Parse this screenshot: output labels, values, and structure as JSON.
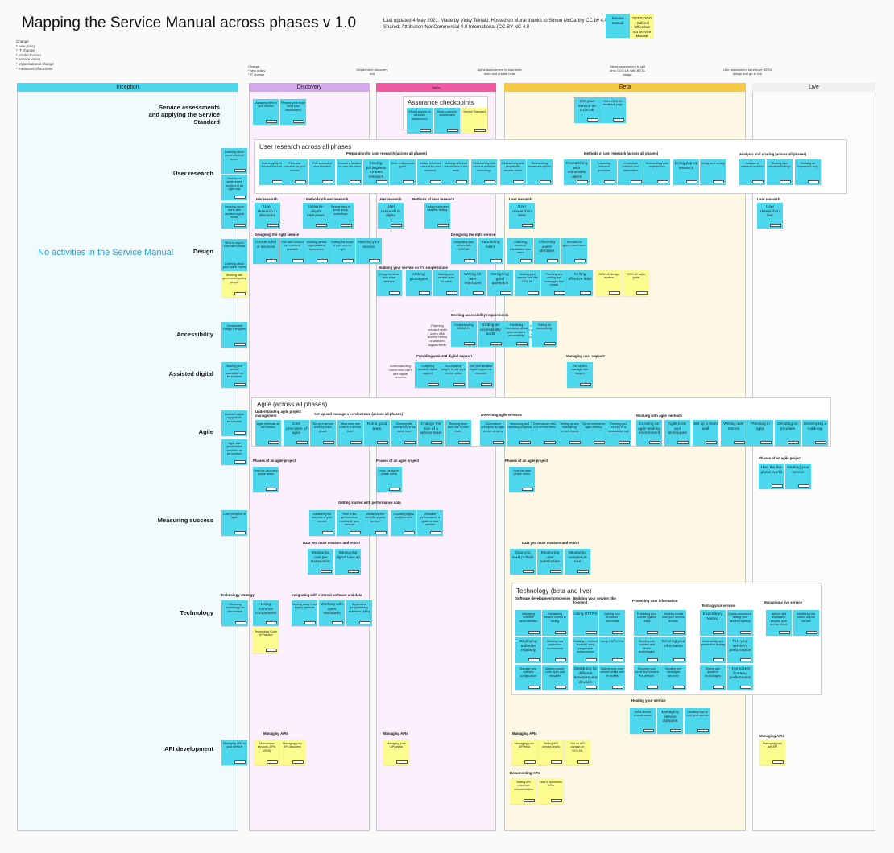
{
  "title": "Mapping the Service Manual across phases v 1.0",
  "meta": "Last updated 4 May 2021. Made by Vicky Teinaki. Hosted on Mural thanks to Simon McCarthy CC by 4.0  Shared: Attribution-NonCommercial 4.0 International (CC BY-NC 4.0",
  "key": {
    "blue": "Service manual",
    "yellow": "GDS/CDDO / Cabinet Office but not Service Manual"
  },
  "change_list": [
    "Change",
    "* new policy",
    "* IT change",
    "* product vision",
    "* service vision",
    "* organisational change",
    "* measures of success"
  ],
  "change_notes": [
    "Change:\n* new policy\n* IT change",
    "Department discovery exit",
    "Alpha assessment to start beta build and private beta",
    "Alpha assessment to get onto GOV.UK with BETA badge",
    "Live assessment to remove BETA badge and go to live"
  ],
  "phases": [
    "Inception",
    "Discovery",
    "Alpha",
    "Beta",
    "Live"
  ],
  "no_activities": "No activities in the Service Manual",
  "rows": [
    "Service assessments and applying the Service Standard",
    "User research",
    "Design",
    "Accessibility",
    "Assisted digital",
    "Agile",
    "Measuring success",
    "Technology",
    "API development"
  ],
  "panels": {
    "assurance": "Assurance checkpoints",
    "user_research": "User research across all phases",
    "agile": "Agile (across all phases)",
    "technology": "Technology (beta and live)"
  },
  "sections": [
    "Preparation for user research (across all phases)",
    "Methods of user research (across all phases)",
    "Analysis and sharing (across all phases)",
    "User research",
    "Methods of user research",
    "User research",
    "Methods of user research",
    "User research",
    "User research",
    "Designing the right service",
    "Designing the right service",
    "Building your service so it's simple to use",
    "Meeting accessibility requirements",
    "Providing assisted digital support",
    "Managing user support",
    "Understanding agile project management",
    "Set up and manage a service team (across all phases)",
    "Governing agile services",
    "Working with agile methods",
    "Phases of an agile project",
    "Phases of an agile project",
    "Phases of an agile project",
    "Phases of an agile project",
    "Getting started with performance data",
    "Data you must measure and report",
    "Data you must measure and report",
    "Technology strategy",
    "Integrating with external software and data",
    "Software development processes",
    "Building your service: the frontend",
    "Protecting user information",
    "Testing your service",
    "Managing a live service",
    "Hosting your service",
    "Managing APIs",
    "Managing APIs",
    "Managing APIs",
    "Documenting APIs",
    "Managing APIs"
  ],
  "free_text": [
    "Planning research with users with access needs or assisted digital needs",
    "Understanding users who can't use digital services",
    "Making sure your service works for users with disabilities"
  ],
  "stickies": [
    "Learning about users and their needs",
    "How to run government services in an agile way",
    "Learning about users with assisted digital needs",
    "What to expect from each phase",
    "Learning about your users' needs",
    "Working with government policy people",
    "Government Design Principles",
    "Making your service accessible: an introduction",
    "Assisted digital support: an introduction",
    "Agile and government services: an introduction",
    "Core principles of agile",
    "Using data to improve your service: an introduction",
    "Choosing technology: an introduction",
    "Managing APIs in your service",
    "Prepare your team before an assessment",
    "How to apply the Service Standard",
    "Plan user research for your service",
    "Plan a round of user research",
    "Choose a location for user research",
    "Having participants for user research",
    "Write a discussion guide",
    "Getting informed consent for user research",
    "Working with user researchers in the team",
    "Researching with users of assistive technology",
    "Researching with people with access needs",
    "Researching sensitive subjects",
    "Researching with vulnerable users",
    "Capturing research questions",
    "Contextual research and observation",
    "Researching user experiences",
    "Doing pop-up research",
    "Using card sorting",
    "Analyse a research session",
    "Sharing user research findings",
    "Creating an experience map",
    "User research in discovery",
    "Using in-depth interviews",
    "Researching in small group workshops",
    "User research in alpha",
    "Using moderated usability testing",
    "User research in beta",
    "User research in live",
    "Create a list of services",
    "Plan and conduct user-centred research",
    "Working across organisational boundaries",
    "Getting the scope of your service right",
    "Naming your service",
    "Integrating your service with GOV.UK",
    "Structuring forms",
    "Collecting personal information from users",
    "Checking users' identities",
    "Services for government users",
    "Using elements from other services",
    "Making prototypes",
    "Making your service more inclusive",
    "Writing for user interfaces",
    "Designing good questions",
    "Making your service look like GOV.UK",
    "Planning and writing text messages and emails",
    "Writing effective links",
    "GOV.UK design system",
    "GOV.UK style guide",
    "Understanding WCAG 2.1",
    "Getting an accessibility audit",
    "Publishing information about your service's accessibility",
    "Testing for accessibility",
    "Designing assisted digital support",
    "Encouraging people to use your service online",
    "Use your assisted digital support as research",
    "Set up and manage user support",
    "Agile methods: an introduction",
    "Core principles of agile",
    "Set up a service team for each phase",
    "What each role does in a service team",
    "Run a good team",
    "Working with contractors in the same team",
    "Change the size of a service team",
    "Running more than one service team",
    "Governance principles for agile service delivery",
    "Measuring and reporting progress",
    "Governance roles in a service team",
    "Setting up and maintaining service boards",
    "Spend controls for agile delivery",
    "Running your service in a sustainable way",
    "Creating an agile working environment",
    "Agile tools and techniques",
    "Set up a team wall",
    "Writing user stories",
    "Planning in agile",
    "Deciding on priorities",
    "Developing a roadmap",
    "How the discovery phase works",
    "How the alpha phase works",
    "How the beta phase works",
    "How the live phase works",
    "Retiring your service",
    "Measuring the success of your service",
    "How to set performance metrics for your service",
    "Measuring the benefits of your service",
    "Choosing digital analytics tools",
    "Visualise performance: a guide to data service",
    "Measuring cost per transaction",
    "Measuring digital take-up",
    "Data you must publish",
    "Measuring user satisfaction",
    "Measuring completion rate",
    "Choosing technology: an introduction",
    "Using common components",
    "Technology Code of Practice",
    "Moving away from legacy systems",
    "Working with open standards",
    "Application programming interfaces (APIs)",
    "Managing software dependencies",
    "Maintaining version control in coding",
    "Deploying software regularly",
    "Working in a production environment",
    "Manage your software configuration",
    "Making source code open and reusable",
    "Using HTTPS",
    "Building a resilient frontend using progressive enhancement",
    "Designing for different browsers and devices",
    "Using CAPTCHAs",
    "Making sure your service works well on mobile",
    "Making your frontend accessible",
    "Protecting your service against fraud",
    "Sending emails from your service domain",
    "Working with cookies and similar technologies",
    "Securing your information",
    "Securing your cloud environment for services",
    "Sending text messages securely",
    "Exploratory testing",
    "Quality assurance: testing your service regularly",
    "Vulnerability and penetration testing",
    "Test your service's performance",
    "Testing with assistive technologies",
    "How to test frontend performance",
    "Uptime and availability: keeping your service online",
    "Monitoring the status of your service",
    "Get a service domain name",
    "Managing service domains",
    "Deciding how to host your service",
    "Managing APIs in your service",
    "All business services: APIs (2015)",
    "Managing your API discovery",
    "Managing your API alpha",
    "Managing your API beta",
    "Setting API service levels",
    "Get an API domain on GOV.UK",
    "Setting API reference documentation",
    "How to document APIs",
    "Managing your live API",
    "What happens at a service assessment",
    "Book a service assessment",
    "Service Standard",
    "Get your service on GOV.UK",
    "Get a GOV.UK feedback page"
  ]
}
